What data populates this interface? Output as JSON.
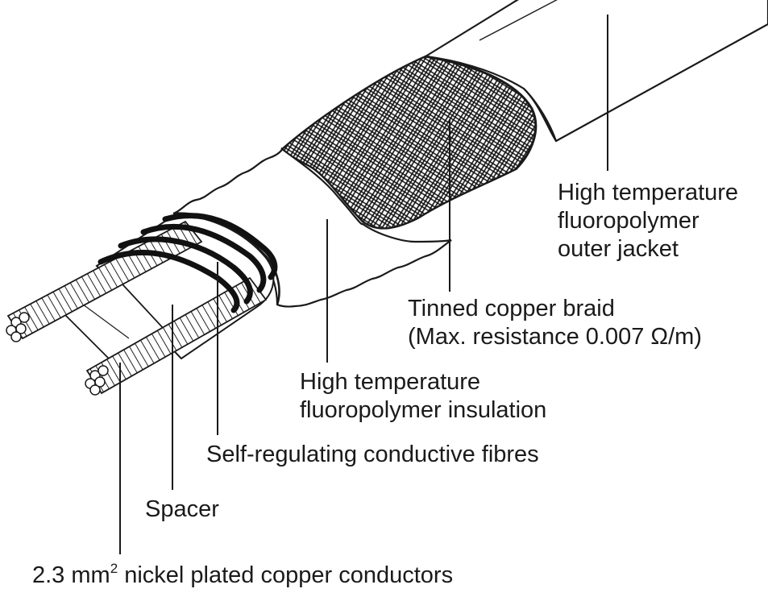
{
  "labels": {
    "outer_jacket": [
      "High temperature",
      "fluoropolymer",
      "outer jacket"
    ],
    "braid": [
      "Tinned copper braid",
      "(Max. resistance 0.007 Ω/m)"
    ],
    "insulation": [
      "High temperature",
      "fluoropolymer insulation"
    ],
    "fibres": "Self-regulating conductive fibres",
    "spacer": "Spacer",
    "conductors": {
      "prefix": "2.3 mm",
      "superscript": "2",
      "suffix": " nickel plated copper conductors"
    }
  },
  "colors": {
    "stroke": "#1a1a1a",
    "fill": "#ffffff"
  }
}
